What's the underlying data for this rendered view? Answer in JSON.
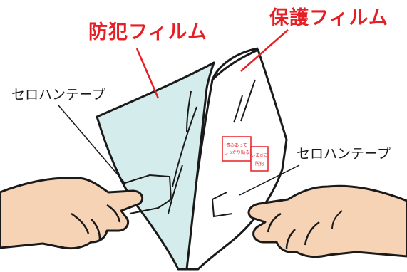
{
  "labels": {
    "anti_crime_film": "防犯フィルム",
    "protective_film": "保護フィルム",
    "tape_left": "セロハンテープ",
    "tape_right": "セロハンテープ"
  },
  "sticker_text": {
    "line1": "貴みあって",
    "line2": "しっかり貼る",
    "badge_top": "いまさこ",
    "badge_bottom": "防犯"
  },
  "colors": {
    "accent_red": "#e61f26",
    "film_blue": "#d4ecec",
    "skin": "#f7d3b6",
    "outline": "#1a1a1a"
  }
}
